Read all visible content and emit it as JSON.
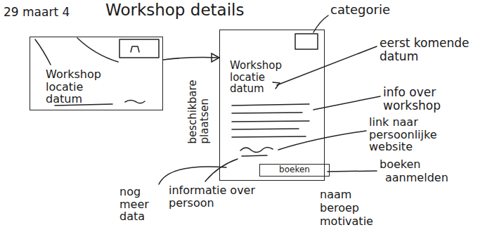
{
  "diagram": {
    "title": "Workshop details",
    "nodes": [
      {
        "text": [
          "Workshop locatie datum"
        ]
      },
      {
        "text": [
          "Workshop locatie datum"
        ]
      },
      {
        "text": [
          "boeken"
        ],
        "in": 1
      }
    ],
    "edges": [
      {
        "from": 0,
        "to": 1,
        "arrow": "to"
      }
    ],
    "labels": [
      "29 maart 4",
      "categorie",
      "eerst komende datum",
      "info over workshop",
      "link naar persoonlijke website",
      "boeken",
      "aanmelden",
      "beschikbare plaatsen",
      "nog meer data",
      "informatie over persoon",
      "naam",
      "beroep",
      "motivatie"
    ]
  }
}
